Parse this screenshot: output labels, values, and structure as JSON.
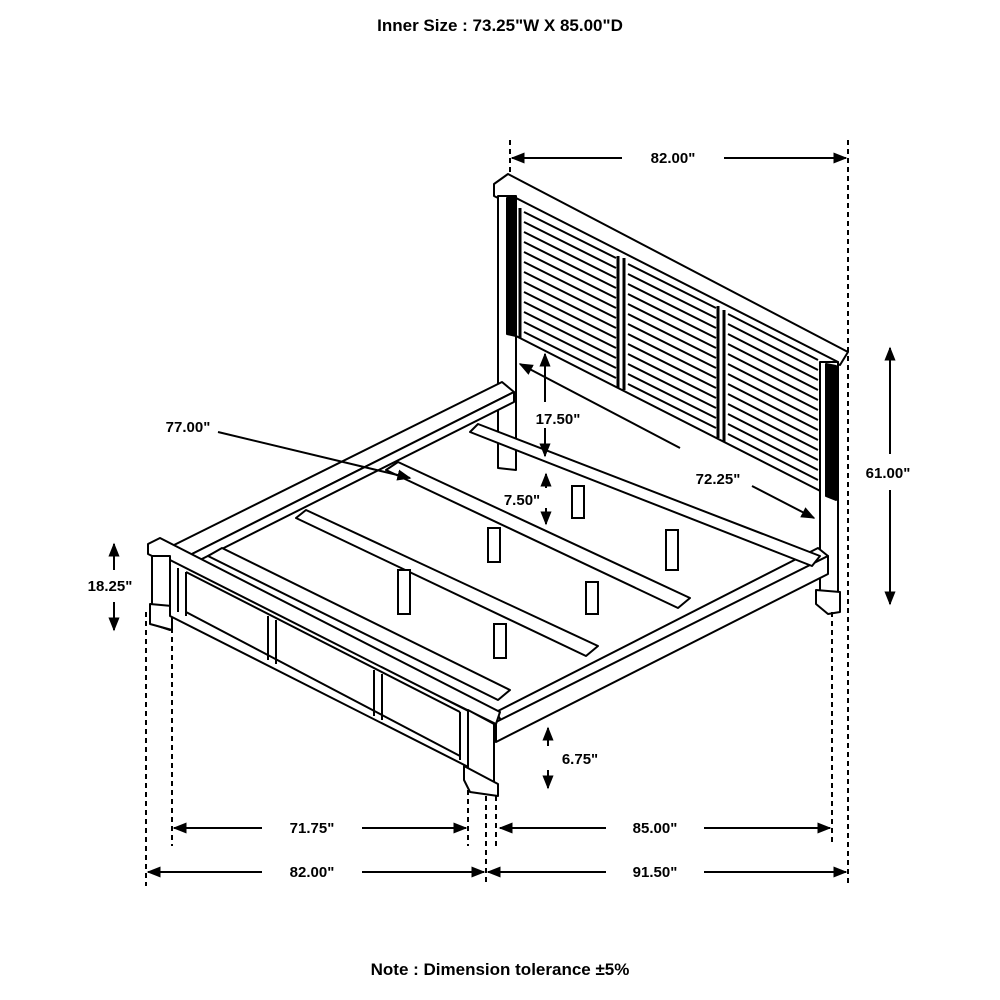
{
  "header": {
    "inner_size": "Inner Size : 73.25\"W X 85.00\"D"
  },
  "footer": {
    "note": "Note : Dimension tolerance ±5%"
  },
  "dimensions": {
    "headboard_width": "82.00\"",
    "overall_height": "61.00\"",
    "headboard_panel_height": "17.50\"",
    "rail_length": "72.25\"",
    "side_rail_length": "77.00\"",
    "slat_height": "7.50\"",
    "footboard_height": "18.25\"",
    "rail_clearance": "6.75\"",
    "inner_width": "71.75\"",
    "inner_depth": "85.00\"",
    "overall_width": "82.00\"",
    "overall_depth": "91.50\""
  },
  "colors": {
    "line": "#000000",
    "background": "#ffffff"
  }
}
